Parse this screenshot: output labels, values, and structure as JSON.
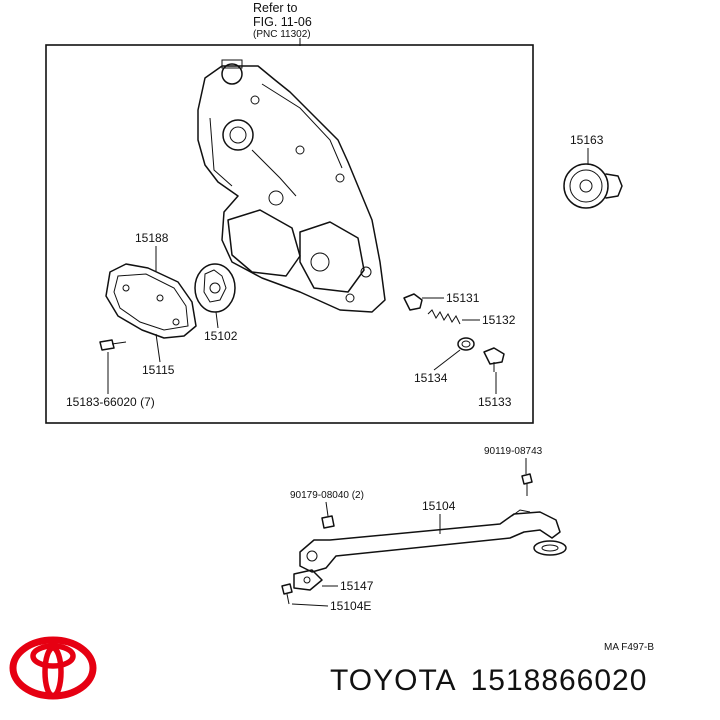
{
  "header": {
    "line1": "Refer to",
    "line2": "FIG. 11-06",
    "line3": "(PNC 11302)"
  },
  "parts": {
    "p15163": "15163",
    "p15188": "15188",
    "p15102": "15102",
    "p15115": "15115",
    "p15131": "15131",
    "p15132": "15132",
    "p15134": "15134",
    "p15133": "15133",
    "p15183": "15183-66020 (7)",
    "p90119": "90119-08743",
    "p90179": "90179-08040 (2)",
    "p15104": "15104",
    "p15147": "15147",
    "p15104E": "15104E"
  },
  "figure_code": "MA F497-B",
  "footer": {
    "brand": "TOYOTA",
    "part_number": "1518866020"
  },
  "colors": {
    "line": "#111111",
    "logo": "#e60012"
  }
}
